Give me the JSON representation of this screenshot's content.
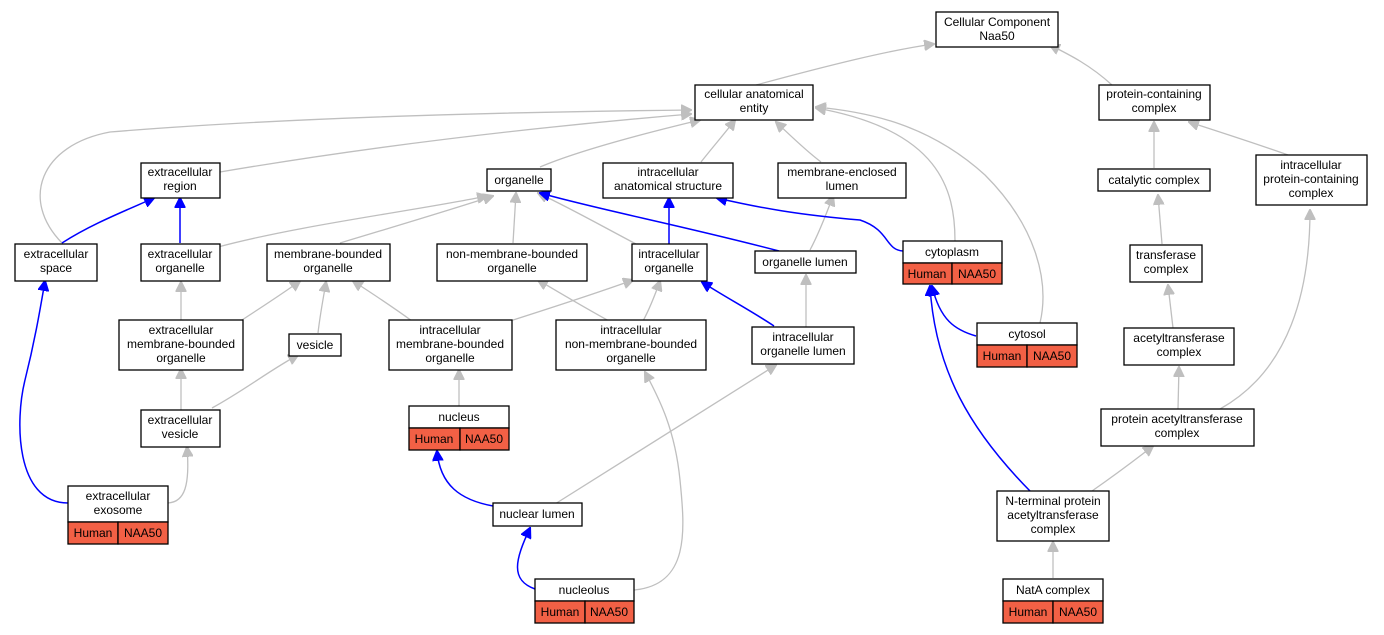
{
  "graph": {
    "nodes": {
      "root": {
        "lines": [
          "Cellular Component",
          "Naa50"
        ]
      },
      "cae": {
        "lines": [
          "cellular anatomical",
          "entity"
        ]
      },
      "pcc": {
        "lines": [
          "protein-containing",
          "complex"
        ]
      },
      "extreg": {
        "lines": [
          "extracellular",
          "region"
        ]
      },
      "organelle": {
        "lines": [
          "organelle"
        ]
      },
      "ias": {
        "lines": [
          "intracellular",
          "anatomical structure"
        ]
      },
      "mel": {
        "lines": [
          "membrane-enclosed",
          "lumen"
        ]
      },
      "catc": {
        "lines": [
          "catalytic complex"
        ]
      },
      "ipcc": {
        "lines": [
          "intracellular",
          "protein-containing",
          "complex"
        ]
      },
      "extspace": {
        "lines": [
          "extracellular",
          "space"
        ]
      },
      "extorg": {
        "lines": [
          "extracellular",
          "organelle"
        ]
      },
      "mbo": {
        "lines": [
          "membrane-bounded",
          "organelle"
        ]
      },
      "nmbo": {
        "lines": [
          "non-membrane-bounded",
          "organelle"
        ]
      },
      "intorg": {
        "lines": [
          "intracellular",
          "organelle"
        ]
      },
      "orglumen": {
        "lines": [
          "organelle lumen"
        ]
      },
      "cytoplasm": {
        "lines": [
          "cytoplasm"
        ],
        "annotation": [
          "Human",
          "NAA50"
        ]
      },
      "transc": {
        "lines": [
          "transferase",
          "complex"
        ]
      },
      "embo": {
        "lines": [
          "extracellular",
          "membrane-bounded",
          "organelle"
        ]
      },
      "vesicle": {
        "lines": [
          "vesicle"
        ]
      },
      "imbo": {
        "lines": [
          "intracellular",
          "membrane-bounded",
          "organelle"
        ]
      },
      "inmbo": {
        "lines": [
          "intracellular",
          "non-membrane-bounded",
          "organelle"
        ]
      },
      "iol": {
        "lines": [
          "intracellular",
          "organelle lumen"
        ]
      },
      "cytosol": {
        "lines": [
          "cytosol"
        ],
        "annotation": [
          "Human",
          "NAA50"
        ]
      },
      "actc": {
        "lines": [
          "acetyltransferase",
          "complex"
        ]
      },
      "extves": {
        "lines": [
          "extracellular",
          "vesicle"
        ]
      },
      "nucleus": {
        "lines": [
          "nucleus"
        ],
        "annotation": [
          "Human",
          "NAA50"
        ]
      },
      "pactc": {
        "lines": [
          "protein acetyltransferase",
          "complex"
        ]
      },
      "exosome": {
        "lines": [
          "extracellular",
          "exosome"
        ],
        "annotation": [
          "Human",
          "NAA50"
        ]
      },
      "nuclum": {
        "lines": [
          "nuclear lumen"
        ]
      },
      "ntpac": {
        "lines": [
          "N-terminal protein",
          "acetyltransferase",
          "complex"
        ]
      },
      "nucleolus": {
        "lines": [
          "nucleolus"
        ],
        "annotation": [
          "Human",
          "NAA50"
        ]
      },
      "nata": {
        "lines": [
          "NatA complex"
        ],
        "annotation": [
          "Human",
          "NAA50"
        ]
      }
    },
    "edge_colors": {
      "is_a": "#bfbfbf",
      "part_of": "#0000ff"
    },
    "annotation_color": "#f26045"
  }
}
